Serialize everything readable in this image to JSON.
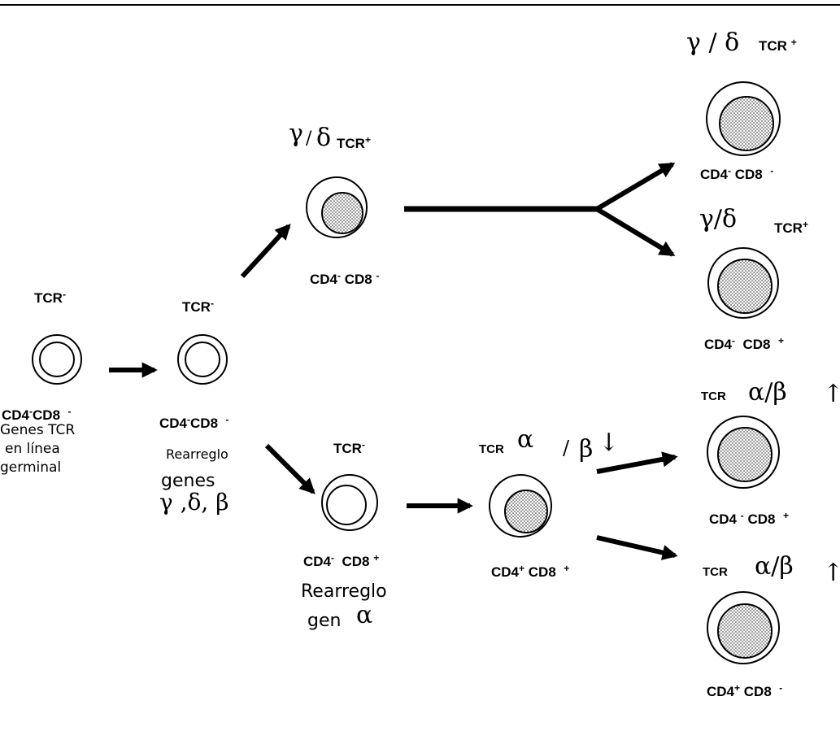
{
  "colors": {
    "line": "#000000",
    "background": "#ffffff",
    "nucleus_fill": "#bdbdbd"
  },
  "cells": {
    "germline": {
      "top_label": "TCR",
      "top_sup": "-",
      "cd4": "CD4",
      "cd4_sup": "-",
      "cd8": "CD8",
      "cd8_sup": "-",
      "notes": [
        "Genes TCR",
        "en línea",
        "germinal"
      ]
    },
    "rearranging": {
      "top_label": "TCR",
      "top_sup": "-",
      "cd4": "CD4",
      "cd4_sup": "-",
      "cd8": "CD8",
      "cd8_sup": "-",
      "note_line1": "Rearreglo",
      "note_line2": "genes",
      "note_greek": "γ ,δ, β"
    },
    "gamma_delta_dn": {
      "greek_gamma": "γ",
      "greek_slash": "/",
      "greek_delta": "δ",
      "tcr": "TCR",
      "tcr_sup": "+",
      "cd4": "CD4",
      "cd4_sup": "-",
      "cd8": "CD8",
      "cd8_sup": "-"
    },
    "double_positive_tcr_neg": {
      "top_label": "TCR",
      "top_sup": "-",
      "cd4": "CD4",
      "cd4_sup": "-",
      "cd8": "CD8",
      "cd8_sup": "+",
      "note_line1": "Rearreglo",
      "note_line2": "gen",
      "note_greek": "α"
    },
    "double_positive_ab_low": {
      "tcr": "TCR",
      "greek_alpha": "α",
      "greek_slash": "/",
      "greek_beta": "β",
      "arrow": "↓",
      "cd4": "CD4",
      "cd4_sup": "+",
      "cd8": "CD8",
      "cd8_sup": "+"
    },
    "out_gd_dn": {
      "greek": "γ / δ",
      "tcr": "TCR",
      "tcr_sup": "+",
      "cd4": "CD4",
      "cd4_sup": "-",
      "cd8": "CD8",
      "cd8_sup": "-"
    },
    "out_gd_cd8": {
      "greek": "γ/δ",
      "tcr": "TCR",
      "tcr_sup": "+",
      "cd4": "CD4",
      "cd4_sup": "-",
      "cd8": "CD8",
      "cd8_sup": "+"
    },
    "out_ab_cd8": {
      "tcr": "TCR",
      "greek": "α/β",
      "arrow": "↑",
      "cd4": "CD4",
      "cd4_sup": "-",
      "cd8": "CD8",
      "cd8_sup": "+"
    },
    "out_ab_cd4": {
      "tcr": "TCR",
      "greek": "α/β",
      "arrow": "↑",
      "cd4": "CD4",
      "cd4_sup": "+",
      "cd8": "CD8",
      "cd8_sup": "-"
    }
  }
}
